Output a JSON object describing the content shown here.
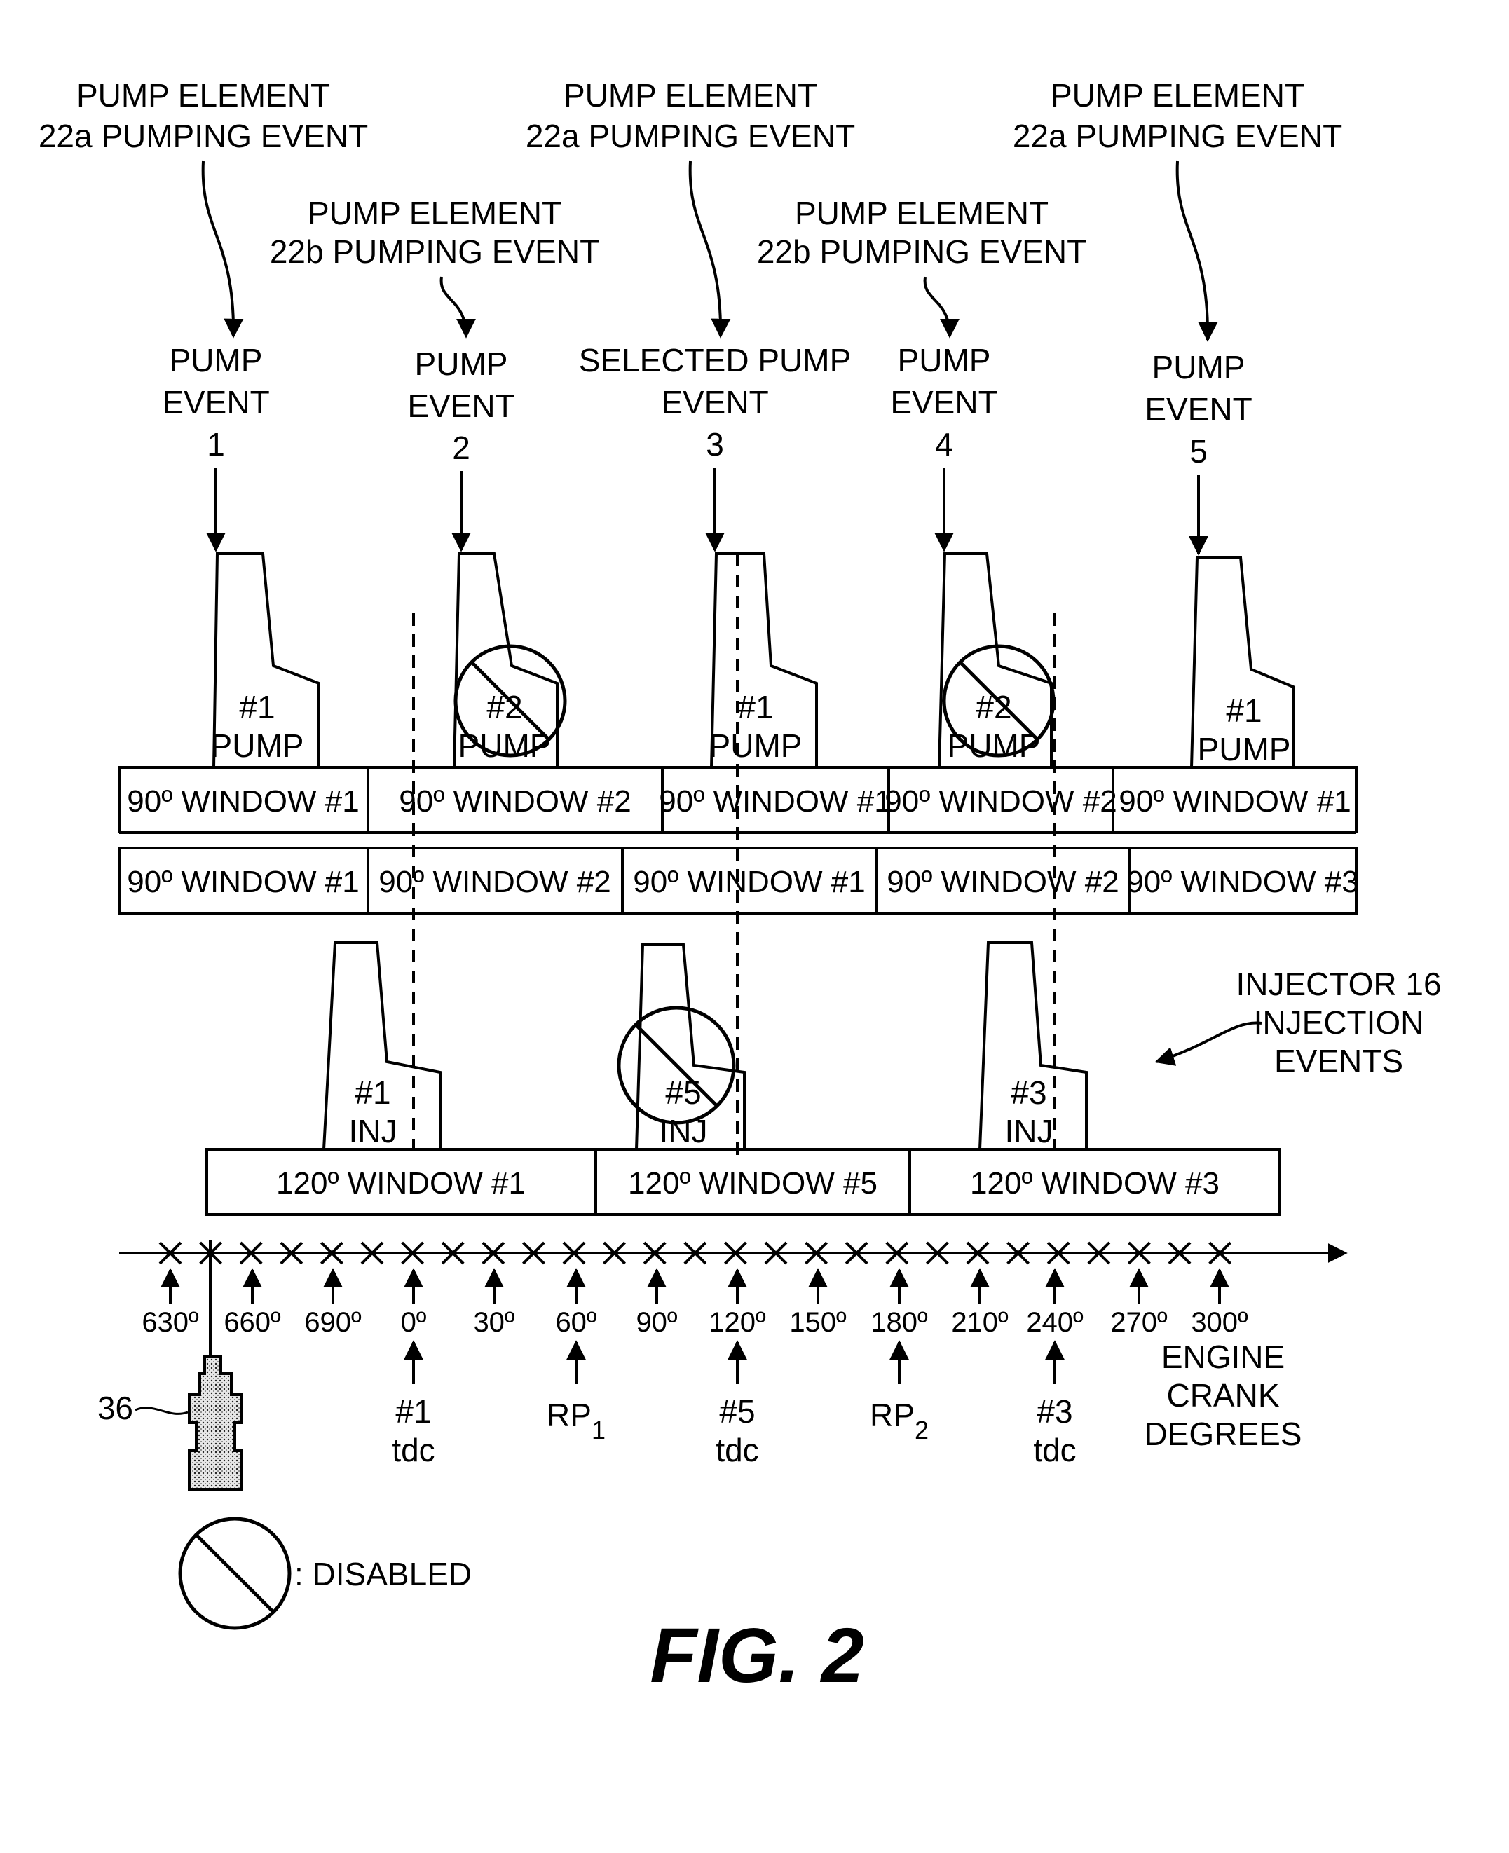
{
  "pump_element_labels": [
    {
      "line1": "PUMP ELEMENT",
      "line2": "22a PUMPING EVENT"
    },
    {
      "line1": "PUMP ELEMENT",
      "line2": "22b PUMPING EVENT"
    },
    {
      "line1": "PUMP ELEMENT",
      "line2": "22a PUMPING EVENT"
    },
    {
      "line1": "PUMP ELEMENT",
      "line2": "22b PUMPING EVENT"
    },
    {
      "line1": "PUMP ELEMENT",
      "line2": "22a PUMPING EVENT"
    }
  ],
  "pump_events": [
    {
      "line1": "PUMP",
      "line2": "EVENT",
      "number": "1"
    },
    {
      "line1": "PUMP",
      "line2": "EVENT",
      "number": "2"
    },
    {
      "line1": "SELECTED PUMP",
      "line2": "EVENT",
      "number": "3"
    },
    {
      "line1": "PUMP",
      "line2": "EVENT",
      "number": "4"
    },
    {
      "line1": "PUMP",
      "line2": "EVENT",
      "number": "5"
    }
  ],
  "pump_pulses": [
    {
      "line1": "#1",
      "line2": "PUMP",
      "disabled": false
    },
    {
      "line1": "#2",
      "line2": "PUMP",
      "disabled": true
    },
    {
      "line1": "#1",
      "line2": "PUMP",
      "disabled": false
    },
    {
      "line1": "#2",
      "line2": "PUMP",
      "disabled": true
    },
    {
      "line1": "#1",
      "line2": "PUMP",
      "disabled": false
    }
  ],
  "window_row_1": [
    "90º WINDOW #1",
    "90º WINDOW #2",
    "90º WINDOW #1",
    "90º WINDOW #2",
    "90º WINDOW #1"
  ],
  "window_row_2": [
    "90º WINDOW #1",
    "90º WINDOW #2",
    "90º WINDOW #1",
    "90º WINDOW #2",
    "90º WINDOW #3"
  ],
  "injector_label": {
    "line1": "INJECTOR 16",
    "line2": "INJECTION",
    "line3": "EVENTS"
  },
  "injection_pulses": [
    {
      "line1": "#1",
      "line2": "INJ",
      "disabled": false
    },
    {
      "line1": "#5",
      "line2": "INJ",
      "disabled": true
    },
    {
      "line1": "#3",
      "line2": "INJ",
      "disabled": false
    }
  ],
  "window_row_3": [
    "120º WINDOW #1",
    "120º WINDOW #5",
    "120º WINDOW #3"
  ],
  "crank_ticks": [
    "630º",
    "660º",
    "690º",
    "0º",
    "30º",
    "60º",
    "90º",
    "120º",
    "150º",
    "180º",
    "210º",
    "240º",
    "270º",
    "300º"
  ],
  "axis_title": {
    "line1": "ENGINE",
    "line2": "CRANK",
    "line3": "DEGREES"
  },
  "axis_events": [
    {
      "line1": "#1",
      "line2": "tdc"
    },
    {
      "line1": "RP",
      "sub": "1"
    },
    {
      "line1": "#5",
      "line2": "tdc"
    },
    {
      "line1": "RP",
      "sub": "2"
    },
    {
      "line1": "#3",
      "line2": "tdc"
    }
  ],
  "sensor_ref": "36",
  "legend_text": ": DISABLED",
  "figure_label": "FIG. 2"
}
